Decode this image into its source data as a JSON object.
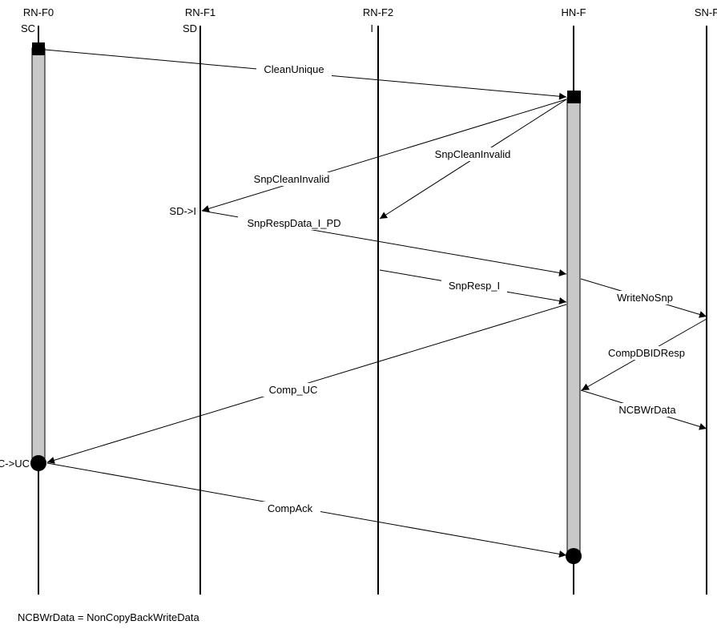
{
  "lifelines": [
    {
      "name": "RN-F0",
      "state": "SC"
    },
    {
      "name": "RN-F1",
      "state": "SD"
    },
    {
      "name": "RN-F2",
      "state": "I"
    },
    {
      "name": "HN-F",
      "state": ""
    },
    {
      "name": "SN-F",
      "state": ""
    }
  ],
  "messages": [
    {
      "label": "CleanUnique"
    },
    {
      "label": "SnpCleanInvalid"
    },
    {
      "label": "SnpCleanInvalid"
    },
    {
      "label": "SnpRespData_I_PD"
    },
    {
      "label": "SnpResp_I"
    },
    {
      "label": "WriteNoSnp"
    },
    {
      "label": "CompDBIDResp"
    },
    {
      "label": "NCBWrData"
    },
    {
      "label": "Comp_UC"
    },
    {
      "label": "CompAck"
    }
  ],
  "state_changes": [
    {
      "label": "SD->I"
    },
    {
      "label": "SC->UC"
    }
  ],
  "footnote": "NCBWrData = NonCopyBackWriteData"
}
